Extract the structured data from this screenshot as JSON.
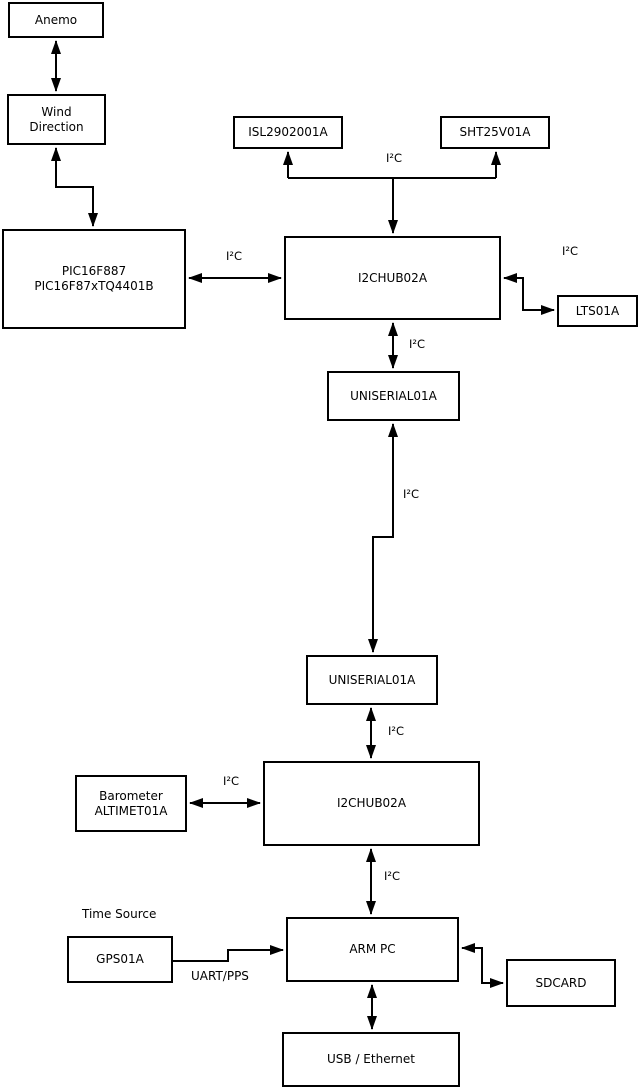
{
  "diagram": {
    "type": "block-diagram",
    "line_color": "#000000",
    "background_color": "#ffffff",
    "nodes": {
      "anemo": {
        "lines": [
          "Anemo"
        ]
      },
      "wind": {
        "lines": [
          "Wind",
          "Direction"
        ]
      },
      "pic": {
        "lines": [
          "PIC16F887",
          "PIC16F87xTQ4401B"
        ]
      },
      "isl": {
        "lines": [
          "ISL2902001A"
        ]
      },
      "sht": {
        "lines": [
          "SHT25V01A"
        ]
      },
      "i2chub_1": {
        "lines": [
          "I2CHUB02A"
        ]
      },
      "lts": {
        "lines": [
          "LTS01A"
        ]
      },
      "uniserial_1": {
        "lines": [
          "UNISERIAL01A"
        ]
      },
      "uniserial_2": {
        "lines": [
          "UNISERIAL01A"
        ]
      },
      "i2chub_2": {
        "lines": [
          "I2CHUB02A"
        ]
      },
      "barometer": {
        "lines": [
          "Barometer",
          "ALTIMET01A"
        ]
      },
      "gps": {
        "lines": [
          "GPS01A"
        ]
      },
      "arm_pc": {
        "lines": [
          "ARM PC"
        ]
      },
      "sdcard": {
        "lines": [
          "SDCARD"
        ]
      },
      "usb_ethernet": {
        "lines": [
          "USB / Ethernet"
        ]
      }
    },
    "edge_labels": {
      "i2c_sensors": "I²C",
      "i2c_pic": "I²C",
      "i2c_lts": "I²C",
      "i2c_hub1_uniserial1": "I²C",
      "i2c_uniserial_link": "I²C",
      "i2c_uniserial2_hub2": "I²C",
      "i2c_barometer": "I²C",
      "i2c_hub2_armpc": "I²C",
      "uart_pps": "UART/PPS",
      "time_source": "Time Source"
    }
  }
}
